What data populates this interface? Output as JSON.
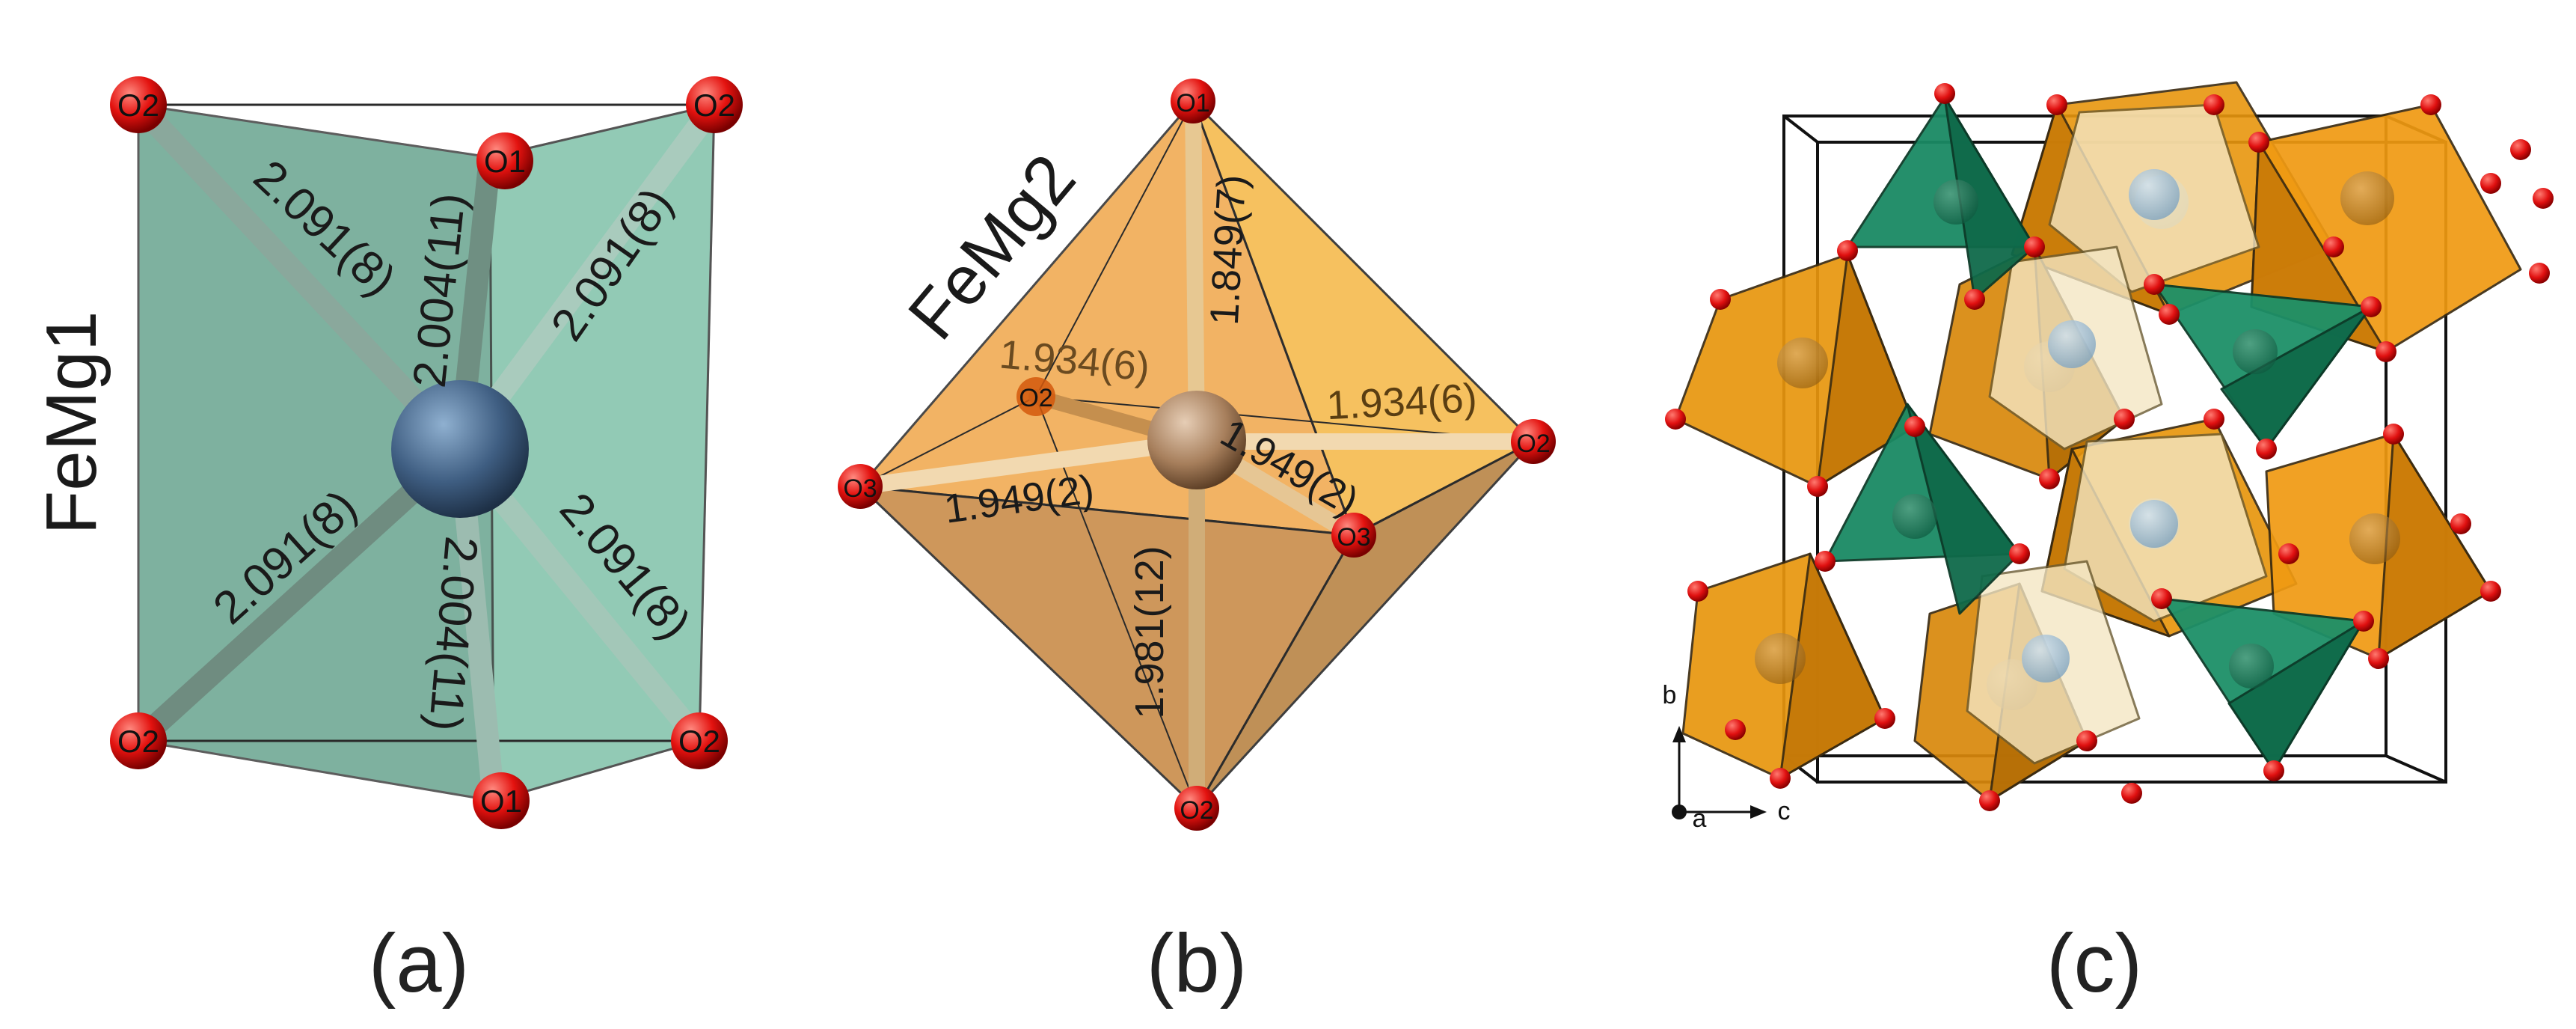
{
  "figure": {
    "panel_a": {
      "title": "FeMg1",
      "caption": "(a)",
      "atoms": {
        "top_left": "O2",
        "top_back": "O1",
        "top_right": "O2",
        "bottom_left": "O2",
        "bottom_front": "O1",
        "bottom_right": "O2"
      },
      "bond_labels": {
        "upper_left": "2.091(8)",
        "upper_mid": "2.004(11)",
        "upper_right": "2.091(8)",
        "lower_left": "2.091(8)",
        "lower_mid": "2.004(11)",
        "lower_right": "2.091(8)"
      }
    },
    "panel_b": {
      "title": "FeMg2",
      "caption": "(b)",
      "atoms": {
        "top": "O1",
        "back_left": "O2",
        "left": "O3",
        "right": "O2",
        "front_right": "O3",
        "bottom": "O2"
      },
      "bond_labels": {
        "top": "1.849(7)",
        "upper_left": "1.934(6)",
        "upper_right": "1.934(6)",
        "lower_left": "1.949(2)",
        "lower_right": "1.949(2)",
        "bottom": "1.981(12)"
      }
    },
    "panel_c": {
      "caption": "(c)",
      "axes": {
        "b": "b",
        "a": "a",
        "c": "c"
      }
    },
    "colors": {
      "tetra_green": "#1a8a64",
      "octa_orange": "#e8960e",
      "octa_pale": "#f3e6c2",
      "oxygen_red": "#e4120f",
      "fe_blue": "#3f5e82",
      "fe_brown": "#b08a6a"
    }
  }
}
